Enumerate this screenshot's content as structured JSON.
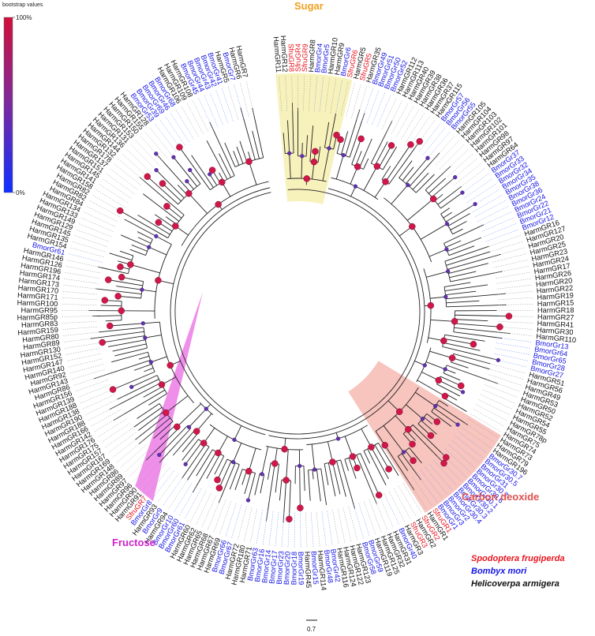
{
  "colors": {
    "sfru": "#e8141e",
    "bmor": "#1414e6",
    "harm": "#111111",
    "sugar_fill": "#f6f0b4",
    "fructose_fill": "#ec7be6",
    "co2_fill": "#f4b0a8",
    "sugar_label": "#f0a020",
    "fructose_label": "#cc22cc",
    "co2_label": "#e05050",
    "node_high": "#d0174a",
    "node_low": "#1f3fe0"
  },
  "bootstrap_legend": {
    "title": "bootstrap values",
    "max_label": "100%",
    "min_label": "0%"
  },
  "clades": {
    "sugar": "Sugar",
    "fructose": "Fructose",
    "co2": "Carbon deoxide"
  },
  "species_legend": [
    {
      "name": "Spodoptera frugiperda",
      "color": "#e8141e"
    },
    {
      "name": "Bombyx mori",
      "color": "#1414e6"
    },
    {
      "name": "Helicoverpa armigera",
      "color": "#111111"
    }
  ],
  "scale_bar": {
    "label": "0.7"
  },
  "leaves": [
    {
      "name": "HarmGR11",
      "sp": "harm"
    },
    {
      "name": "HarmGR12",
      "sp": "harm"
    },
    {
      "name": "SfruGR8",
      "sp": "sfru"
    },
    {
      "name": "SfruGR4",
      "sp": "sfru"
    },
    {
      "name": "SfruGR9",
      "sp": "sfru"
    },
    {
      "name": "HarmGR8",
      "sp": "harm"
    },
    {
      "name": "BmorGr4",
      "sp": "bmor"
    },
    {
      "name": "BmorGr5",
      "sp": "bmor"
    },
    {
      "name": "HarmGR10",
      "sp": "harm"
    },
    {
      "name": "HarmGR9",
      "sp": "harm"
    },
    {
      "name": "BmorGr6",
      "sp": "bmor"
    },
    {
      "name": "SfruGR6",
      "sp": "sfru"
    },
    {
      "name": "HarmGR5",
      "sp": "harm"
    },
    {
      "name": "SfruGR5",
      "sp": "sfru"
    },
    {
      "name": "HarmGR35",
      "sp": "harm"
    },
    {
      "name": "BmorGr49",
      "sp": "bmor"
    },
    {
      "name": "BmorGr51",
      "sp": "bmor"
    },
    {
      "name": "BmorGr50",
      "sp": "bmor"
    },
    {
      "name": "BmorGr52",
      "sp": "bmor"
    },
    {
      "name": "HarmGR112",
      "sp": "harm"
    },
    {
      "name": "HarmGR113",
      "sp": "harm"
    },
    {
      "name": "HarmGR40",
      "sp": "harm"
    },
    {
      "name": "HarmGR39",
      "sp": "harm"
    },
    {
      "name": "HarmGR38",
      "sp": "harm"
    },
    {
      "name": "HarmGR36",
      "sp": "harm"
    },
    {
      "name": "HarmGR37",
      "sp": "harm"
    },
    {
      "name": "HarmGR115",
      "sp": "harm"
    },
    {
      "name": "BmorGr57",
      "sp": "bmor"
    },
    {
      "name": "BmorGr56",
      "sp": "bmor"
    },
    {
      "name": "BmorGr55",
      "sp": "bmor"
    },
    {
      "name": "HarmGR105",
      "sp": "harm"
    },
    {
      "name": "HarmGR104",
      "sp": "harm"
    },
    {
      "name": "HarmGR103",
      "sp": "harm"
    },
    {
      "name": "HarmGR102",
      "sp": "harm"
    },
    {
      "name": "HarmGR101",
      "sp": "harm"
    },
    {
      "name": "HarmGR98",
      "sp": "harm"
    },
    {
      "name": "HarmGR97",
      "sp": "harm"
    },
    {
      "name": "HarmGR64",
      "sp": "harm"
    },
    {
      "name": "BmorGr37",
      "sp": "bmor"
    },
    {
      "name": "BmorGr33",
      "sp": "bmor"
    },
    {
      "name": "BmorGr32",
      "sp": "bmor"
    },
    {
      "name": "BmorGr34",
      "sp": "bmor"
    },
    {
      "name": "BmorGr35",
      "sp": "bmor"
    },
    {
      "name": "BmorGr38",
      "sp": "bmor"
    },
    {
      "name": "BmorGr36",
      "sp": "bmor"
    },
    {
      "name": "BmorGr24",
      "sp": "bmor"
    },
    {
      "name": "BmorGr22",
      "sp": "bmor"
    },
    {
      "name": "BmorGr21",
      "sp": "bmor"
    },
    {
      "name": "BmorGr12",
      "sp": "bmor"
    },
    {
      "name": "HarmGR16",
      "sp": "harm"
    },
    {
      "name": "HarmGR127",
      "sp": "harm"
    },
    {
      "name": "HarmGR20",
      "sp": "harm"
    },
    {
      "name": "HarmGR25",
      "sp": "harm"
    },
    {
      "name": "HarmGR23",
      "sp": "harm"
    },
    {
      "name": "HarmGR24",
      "sp": "harm"
    },
    {
      "name": "HarmGR17",
      "sp": "harm"
    },
    {
      "name": "HarmGR26",
      "sp": "harm"
    },
    {
      "name": "HarmGR20",
      "sp": "harm"
    },
    {
      "name": "HarmGR22",
      "sp": "harm"
    },
    {
      "name": "HarmGR19",
      "sp": "harm"
    },
    {
      "name": "HarmGR15",
      "sp": "harm"
    },
    {
      "name": "HarmGR18",
      "sp": "harm"
    },
    {
      "name": "HarmGR27",
      "sp": "harm"
    },
    {
      "name": "HarmGR41",
      "sp": "harm"
    },
    {
      "name": "HarmGR30",
      "sp": "harm"
    },
    {
      "name": "HarmGR110",
      "sp": "harm"
    },
    {
      "name": "BmorGr13",
      "sp": "bmor"
    },
    {
      "name": "BmorGr64",
      "sp": "bmor"
    },
    {
      "name": "BmorGr65",
      "sp": "bmor"
    },
    {
      "name": "BmorGr28",
      "sp": "bmor"
    },
    {
      "name": "BmorGr27",
      "sp": "bmor"
    },
    {
      "name": "HarmGR51",
      "sp": "harm"
    },
    {
      "name": "HarmGR56",
      "sp": "harm"
    },
    {
      "name": "HarmGR49",
      "sp": "harm"
    },
    {
      "name": "HarmGR53",
      "sp": "harm"
    },
    {
      "name": "HarmGR50",
      "sp": "harm"
    },
    {
      "name": "HarmGR52",
      "sp": "harm"
    },
    {
      "name": "HarmGR54",
      "sp": "harm"
    },
    {
      "name": "HarmGR55",
      "sp": "harm"
    },
    {
      "name": "HarmGR78p",
      "sp": "harm"
    },
    {
      "name": "HarmGR75",
      "sp": "harm"
    },
    {
      "name": "HarmGR74",
      "sp": "harm"
    },
    {
      "name": "HarmGR73",
      "sp": "harm"
    },
    {
      "name": "HarmGR79",
      "sp": "harm"
    },
    {
      "name": "HarmGR196",
      "sp": "harm"
    },
    {
      "name": "BmorGr30.7",
      "sp": "bmor"
    },
    {
      "name": "BmorGr30.5",
      "sp": "bmor"
    },
    {
      "name": "BmorGr31",
      "sp": "bmor"
    },
    {
      "name": "BmorGr30.7",
      "sp": "bmor"
    },
    {
      "name": "BmorGr30.6",
      "sp": "bmor"
    },
    {
      "name": "BmorGr30.1",
      "sp": "bmor"
    },
    {
      "name": "BmorGr30.2",
      "sp": "bmor"
    },
    {
      "name": "BmorGr30.3",
      "sp": "bmor"
    },
    {
      "name": "BmorGr30.4",
      "sp": "bmor"
    },
    {
      "name": "BmorGr2",
      "sp": "bmor"
    },
    {
      "name": "BmorGr3",
      "sp": "bmor"
    },
    {
      "name": "BmorGr1",
      "sp": "bmor"
    },
    {
      "name": "SfruGR1",
      "sp": "sfru"
    },
    {
      "name": "HarmGR1",
      "sp": "harm"
    },
    {
      "name": "SfruGR2",
      "sp": "sfru"
    },
    {
      "name": "HarmGR2",
      "sp": "harm"
    },
    {
      "name": "SfruGR3",
      "sp": "sfru"
    },
    {
      "name": "HarmGR3",
      "sp": "harm"
    },
    {
      "name": "BmorGr40",
      "sp": "bmor"
    },
    {
      "name": "HarmGR31",
      "sp": "harm"
    },
    {
      "name": "HarmGR32",
      "sp": "harm"
    },
    {
      "name": "HarmGR125",
      "sp": "harm"
    },
    {
      "name": "HarmGR119",
      "sp": "harm"
    },
    {
      "name": "BmorGr59",
      "sp": "bmor"
    },
    {
      "name": "BmorGr58",
      "sp": "bmor"
    },
    {
      "name": "HarmGR123",
      "sp": "harm"
    },
    {
      "name": "HarmGR122",
      "sp": "harm"
    },
    {
      "name": "HarmGR124",
      "sp": "harm"
    },
    {
      "name": "HarmGR116",
      "sp": "harm"
    },
    {
      "name": "BmorGr42",
      "sp": "bmor"
    },
    {
      "name": "BmorGr48",
      "sp": "bmor"
    },
    {
      "name": "HarmGR114",
      "sp": "harm"
    },
    {
      "name": "BmorGr15",
      "sp": "bmor"
    },
    {
      "name": "HarmGR45",
      "sp": "harm"
    },
    {
      "name": "BmorGr19",
      "sp": "bmor"
    },
    {
      "name": "BmorGr18",
      "sp": "bmor"
    },
    {
      "name": "BmorGr20",
      "sp": "bmor"
    },
    {
      "name": "BmorGr23",
      "sp": "bmor"
    },
    {
      "name": "BmorGr17",
      "sp": "bmor"
    },
    {
      "name": "BmorGr14",
      "sp": "bmor"
    },
    {
      "name": "BmorGr16",
      "sp": "bmor"
    },
    {
      "name": "BmorGr63",
      "sp": "bmor"
    },
    {
      "name": "HarmGR71",
      "sp": "harm"
    },
    {
      "name": "HarmGR180",
      "sp": "harm"
    },
    {
      "name": "HarmGR72",
      "sp": "harm"
    },
    {
      "name": "BmorGr67",
      "sp": "bmor"
    },
    {
      "name": "BmorGr66",
      "sp": "bmor"
    },
    {
      "name": "HarmGR69",
      "sp": "harm"
    },
    {
      "name": "HarmGR67",
      "sp": "harm"
    },
    {
      "name": "HarmGR68",
      "sp": "harm"
    },
    {
      "name": "HarmGR65",
      "sp": "harm"
    },
    {
      "name": "HarmGR62",
      "sp": "harm"
    },
    {
      "name": "HarmGR60",
      "sp": "harm"
    },
    {
      "name": "BmorGr61",
      "sp": "bmor"
    },
    {
      "name": "BmorGr60",
      "sp": "bmor"
    },
    {
      "name": "BmorGr10",
      "sp": "bmor"
    },
    {
      "name": "HarmGR94",
      "sp": "harm"
    },
    {
      "name": "BmorGr9",
      "sp": "bmor"
    },
    {
      "name": "HarmGR93",
      "sp": "harm"
    },
    {
      "name": "BmorGr8",
      "sp": "bmor"
    },
    {
      "name": "SfruGR7",
      "sp": "sfru"
    },
    {
      "name": "HarmGR91",
      "sp": "harm"
    },
    {
      "name": "HarmGR90",
      "sp": "harm"
    },
    {
      "name": "HarmGR96",
      "sp": "harm"
    },
    {
      "name": "HarmGR97",
      "sp": "harm"
    },
    {
      "name": "HarmGR89",
      "sp": "harm"
    },
    {
      "name": "HarmGR86",
      "sp": "harm"
    },
    {
      "name": "HarmGR148",
      "sp": "harm"
    },
    {
      "name": "HarmGR169",
      "sp": "harm"
    },
    {
      "name": "HarmGR167",
      "sp": "harm"
    },
    {
      "name": "HarmGR157",
      "sp": "harm"
    },
    {
      "name": "HarmGR175",
      "sp": "harm"
    },
    {
      "name": "HarmGR176",
      "sp": "harm"
    },
    {
      "name": "HarmGR142",
      "sp": "harm"
    },
    {
      "name": "HarmGR166",
      "sp": "harm"
    },
    {
      "name": "HarmGR188",
      "sp": "harm"
    },
    {
      "name": "HarmGR190",
      "sp": "harm"
    },
    {
      "name": "HarmGR138",
      "sp": "harm"
    },
    {
      "name": "HarmGR188",
      "sp": "harm"
    },
    {
      "name": "HarmGR139",
      "sp": "harm"
    },
    {
      "name": "HarmGR156",
      "sp": "harm"
    },
    {
      "name": "HarmGR86",
      "sp": "harm"
    },
    {
      "name": "HarmGR143",
      "sp": "harm"
    },
    {
      "name": "HarmGR92",
      "sp": "harm"
    },
    {
      "name": "HarmGR140",
      "sp": "harm"
    },
    {
      "name": "HarmGR147",
      "sp": "harm"
    },
    {
      "name": "HarmGR152",
      "sp": "harm"
    },
    {
      "name": "HarmGR130",
      "sp": "harm"
    },
    {
      "name": "HarmGR89",
      "sp": "harm"
    },
    {
      "name": "HarmGR80",
      "sp": "harm"
    },
    {
      "name": "HarmGR159",
      "sp": "harm"
    },
    {
      "name": "HarmGR83",
      "sp": "harm"
    },
    {
      "name": "HarmGR85p",
      "sp": "harm"
    },
    {
      "name": "HarmGR95",
      "sp": "harm"
    },
    {
      "name": "HarmGR100",
      "sp": "harm"
    },
    {
      "name": "HarmGR171",
      "sp": "harm"
    },
    {
      "name": "HarmGR170",
      "sp": "harm"
    },
    {
      "name": "HarmGR173",
      "sp": "harm"
    },
    {
      "name": "HarmGR174",
      "sp": "harm"
    },
    {
      "name": "HarmGR196",
      "sp": "harm"
    },
    {
      "name": "HarmGR126",
      "sp": "harm"
    },
    {
      "name": "HarmGR146",
      "sp": "harm"
    },
    {
      "name": "BmorGr61",
      "sp": "bmor"
    },
    {
      "name": "HarmGR154",
      "sp": "harm"
    },
    {
      "name": "HarmGR135",
      "sp": "harm"
    },
    {
      "name": "HarmGR145",
      "sp": "harm"
    },
    {
      "name": "HarmGR129",
      "sp": "harm"
    },
    {
      "name": "HarmGR149",
      "sp": "harm"
    },
    {
      "name": "HarmGR133",
      "sp": "harm"
    },
    {
      "name": "HarmGR134",
      "sp": "harm"
    },
    {
      "name": "HarmGR84",
      "sp": "harm"
    },
    {
      "name": "HarmGR82",
      "sp": "harm"
    },
    {
      "name": "HarmGR82",
      "sp": "harm"
    },
    {
      "name": "HarmGR158",
      "sp": "harm"
    },
    {
      "name": "HarmGR141",
      "sp": "harm"
    },
    {
      "name": "HarmGR145",
      "sp": "harm"
    },
    {
      "name": "HarmGR151",
      "sp": "harm"
    },
    {
      "name": "HarmGR137",
      "sp": "harm"
    },
    {
      "name": "HarmGR178",
      "sp": "harm"
    },
    {
      "name": "HarmGR132",
      "sp": "harm"
    },
    {
      "name": "HarmGR144",
      "sp": "harm"
    },
    {
      "name": "HarmGR136",
      "sp": "harm"
    },
    {
      "name": "HarmGR131",
      "sp": "harm"
    },
    {
      "name": "HarmGR153",
      "sp": "harm"
    },
    {
      "name": "HarmGR150",
      "sp": "harm"
    },
    {
      "name": "HarmGR155",
      "sp": "harm"
    },
    {
      "name": "HarmGR128",
      "sp": "harm"
    },
    {
      "name": "BmorGr53",
      "sp": "bmor"
    },
    {
      "name": "BmorGr39",
      "sp": "bmor"
    },
    {
      "name": "BmorGr69",
      "sp": "bmor"
    },
    {
      "name": "BmorGr46",
      "sp": "bmor"
    },
    {
      "name": "BmorGr68",
      "sp": "bmor"
    },
    {
      "name": "HarmGR106",
      "sp": "harm"
    },
    {
      "name": "HarmGR109",
      "sp": "harm"
    },
    {
      "name": "HarmGR108",
      "sp": "harm"
    },
    {
      "name": "BmorGr45",
      "sp": "bmor"
    },
    {
      "name": "BmorGr44",
      "sp": "bmor"
    },
    {
      "name": "BmorGr43",
      "sp": "bmor"
    },
    {
      "name": "BmorGr42",
      "sp": "bmor"
    },
    {
      "name": "BmorGr41",
      "sp": "bmor"
    },
    {
      "name": "HarmGR5",
      "sp": "harm"
    },
    {
      "name": "BmorGr7",
      "sp": "bmor"
    },
    {
      "name": "HarmGR6",
      "sp": "harm"
    },
    {
      "name": "HarmGR7",
      "sp": "harm"
    }
  ]
}
